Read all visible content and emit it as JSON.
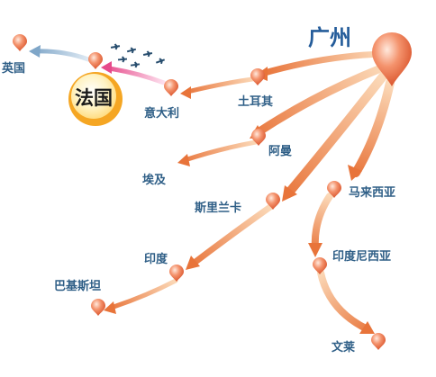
{
  "origin": {
    "label": "广州"
  },
  "destination": {
    "label": "法国"
  },
  "places": {
    "uk": "英国",
    "italy": "意大利",
    "turkey": "土耳其",
    "oman": "阿曼",
    "egypt": "埃及",
    "srilanka": "斯里兰卡",
    "india": "印度",
    "pakistan": "巴基斯坦",
    "malaysia": "马来西亚",
    "indonesia": "印度尼西亚",
    "brunei": "文莱"
  },
  "colors": {
    "route_orange": "#e8743a",
    "route_pale": "#fbd9b8",
    "pin": "#ee7a55",
    "label_blue": "#2f5f87",
    "uk_arrow": "#a8c4dc",
    "france_arrow": "#e64a8a",
    "france_ring": "#f5a623",
    "france_disc": "#ffe7a0"
  }
}
